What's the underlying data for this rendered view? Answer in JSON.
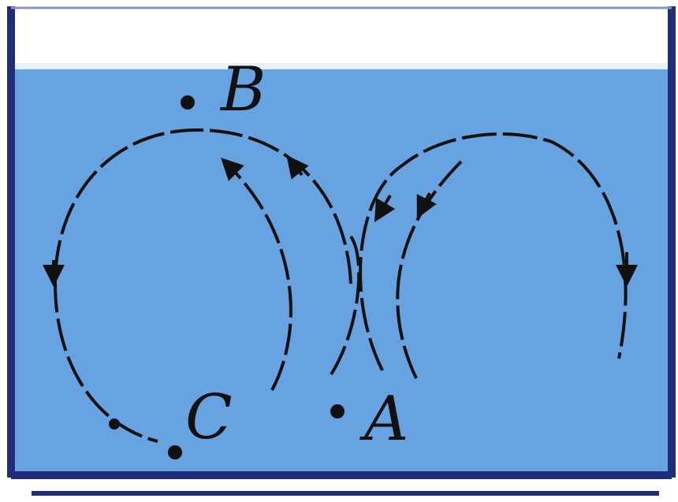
{
  "diagram": {
    "points": [
      {
        "id": "B",
        "label": "B"
      },
      {
        "id": "C",
        "label": "C"
      },
      {
        "id": "A",
        "label": "A"
      }
    ]
  },
  "colors": {
    "water": "#66a3e0",
    "water_surface": "#e6f1fb",
    "container_wall": "#1f2d7a",
    "stroke": "#111111"
  }
}
